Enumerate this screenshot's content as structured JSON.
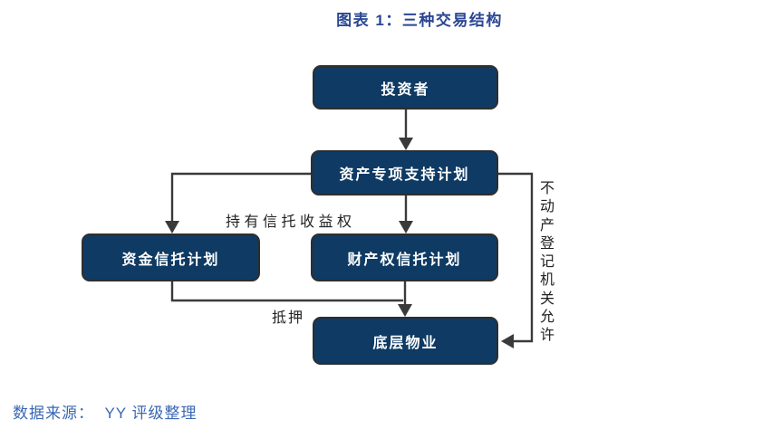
{
  "title": "图表 1：三种交易结构",
  "diagram": {
    "nodes": [
      {
        "id": "investor",
        "label": "投资者"
      },
      {
        "id": "asset-special-support-plan",
        "label": "资产专项支持计划"
      },
      {
        "id": "fund-trust-plan",
        "label": "资金信托计划"
      },
      {
        "id": "property-right-trust-plan",
        "label": "财产权信托计划"
      },
      {
        "id": "underlying-property",
        "label": "底层物业"
      }
    ],
    "edges": [
      {
        "from": "投资者",
        "to": "资产专项支持计划",
        "label": ""
      },
      {
        "from": "资产专项支持计划",
        "to": "资金信托计划",
        "label": "持有信托收益权"
      },
      {
        "from": "资产专项支持计划",
        "to": "财产权信托计划",
        "label": "持有信托收益权"
      },
      {
        "from": "财产权信托计划",
        "to": "底层物业",
        "label": ""
      },
      {
        "from": "资金信托计划",
        "to": "底层物业",
        "label": "抵押"
      },
      {
        "from": "资产专项支持计划",
        "to": "底层物业",
        "label": "不动产登记机关允许"
      }
    ],
    "edge_labels": {
      "hold_trust_rights": "持有信托收益权",
      "mortgage": "抵押",
      "registry_permission": "不动产登记机关允许"
    }
  },
  "footer": {
    "source": "数据来源：  YY 评级整理"
  },
  "colors": {
    "title_blue": "#2b4793",
    "node_fill": "#0e3a63",
    "node_border": "#2e2e2e",
    "node_text": "#ffffff",
    "connector": "#3a3a3a",
    "label_text": "#222222",
    "footer_blue": "#3a67b3"
  }
}
